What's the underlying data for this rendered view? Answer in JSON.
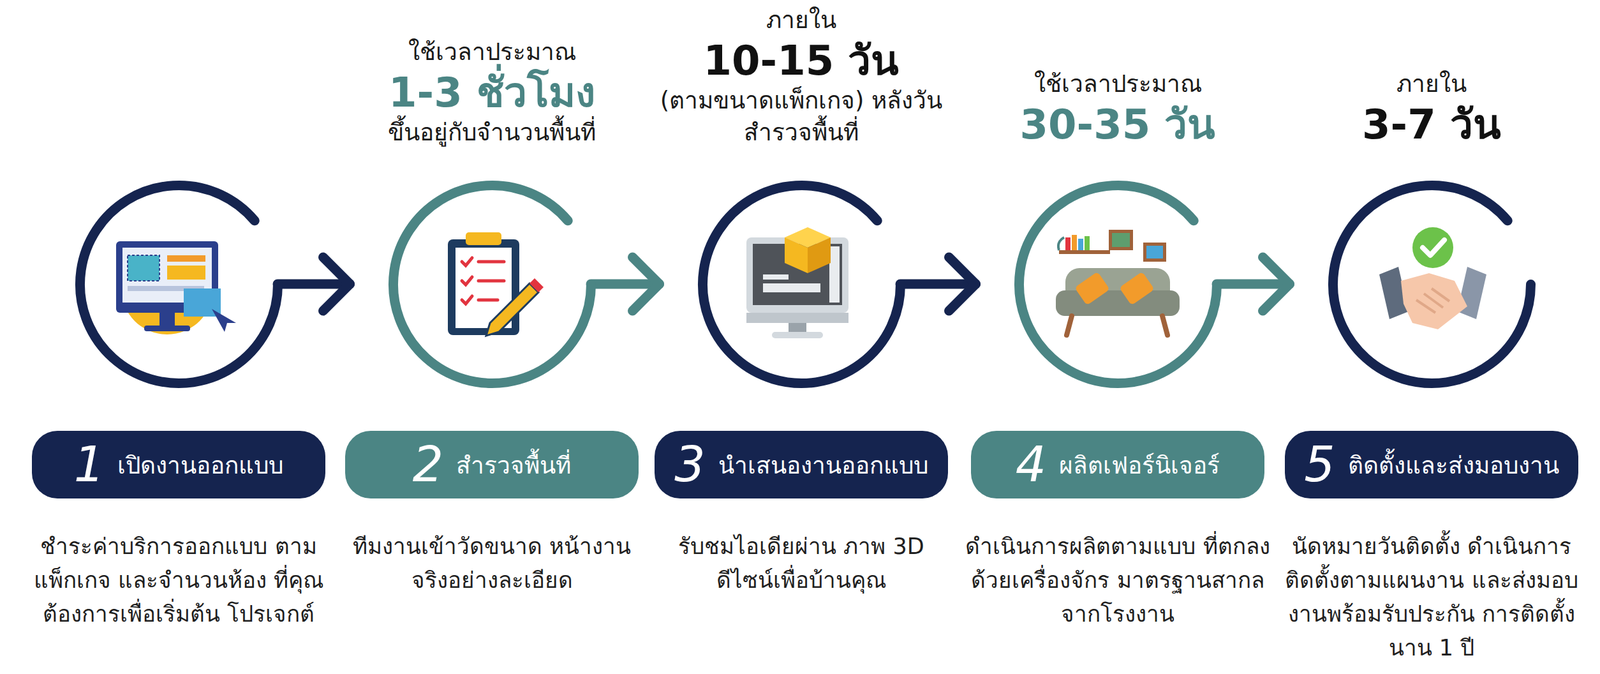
{
  "diagram": {
    "nodes": [
      {
        "text": [
          "1",
          "เปิดงานออกแบบ",
          "ชำระค่าบริการออกแบบ ตามแพ็กเกจ และจำนวนห้อง ที่คุณต้องการเพื่อเริ่มต้น โปรเจกต์"
        ]
      },
      {
        "text": [
          "ใช้เวลาประมาณ",
          "1-3 ชั่วโมง",
          "ขึ้นอยู่กับจำนวนพื้นที่",
          "2",
          "สำรวจพื้นที่",
          "ทีมงานเข้าวัดขนาด หน้างานจริงอย่างละเอียด"
        ]
      },
      {
        "text": [
          "ภายใน",
          "10-15 วัน",
          "(ตามขนาดแพ็กเกจ) หลังวันสำรวจพื้นที่",
          "3",
          "นำเสนองานออกแบบ",
          "รับชมไอเดียผ่าน ภาพ 3D ดีไซน์เพื่อบ้านคุณ"
        ]
      },
      {
        "text": [
          "ใช้เวลาประมาณ",
          "30-35 วัน",
          "4",
          "ผลิตเฟอร์นิเจอร์",
          "ดำเนินการผลิตตามแบบ ที่ตกลงด้วยเครื่องจักร มาตรฐานสากลจากโรงงาน"
        ]
      },
      {
        "text": [
          "ภายใน",
          "3-7 วัน",
          "5",
          "ติดตั้งและส่งมอบงาน",
          "นัดหมายวันติดตั้ง ดำเนินการติดตั้งตามแผนงาน และส่งมอบงานพร้อมรับประกัน การติดตั้งนาน 1 ปี"
        ]
      }
    ],
    "edges": [
      {
        "from": 0,
        "to": 1,
        "arrow": "to"
      },
      {
        "from": 1,
        "to": 2,
        "arrow": "to"
      },
      {
        "from": 2,
        "to": 3,
        "arrow": "to"
      },
      {
        "from": 3,
        "to": 4,
        "arrow": "to"
      }
    ]
  }
}
